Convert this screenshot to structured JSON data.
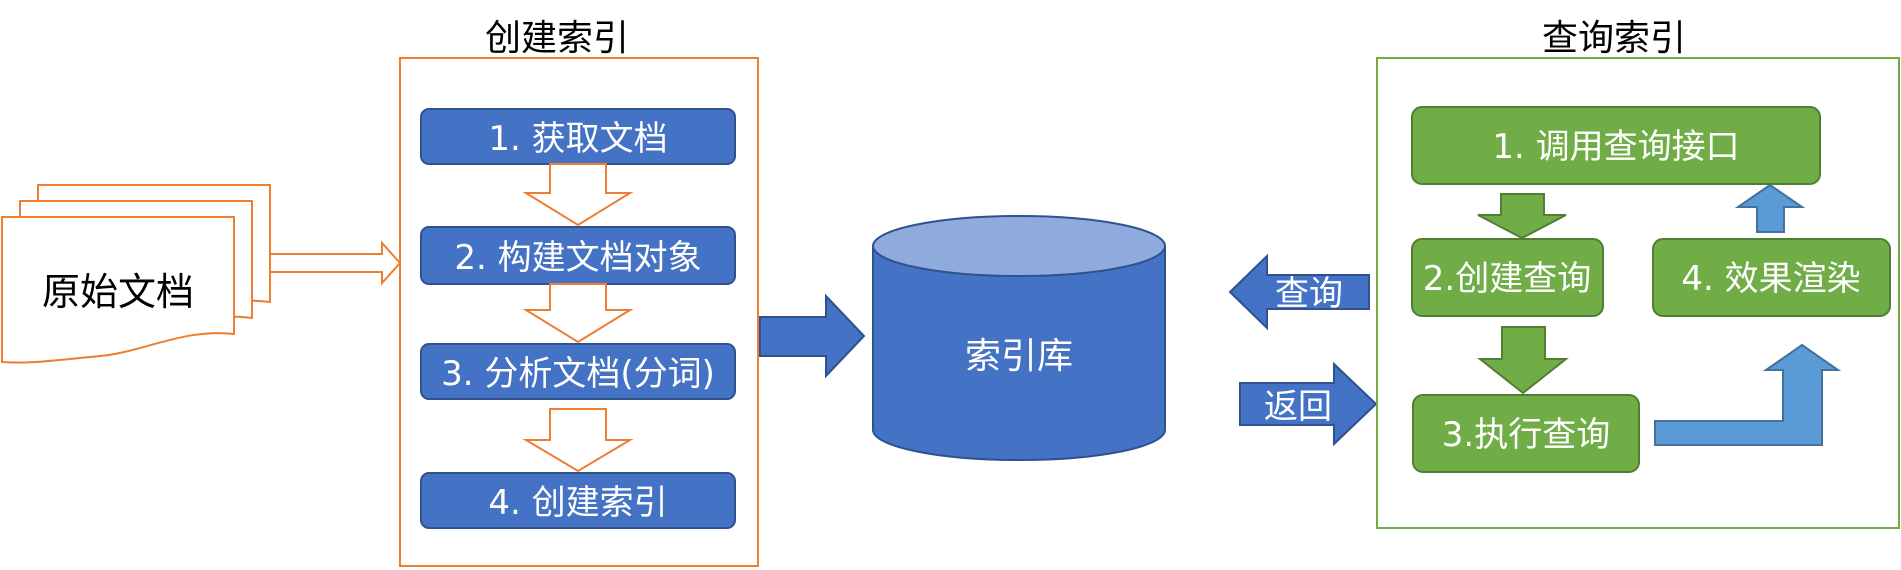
{
  "colors": {
    "index_orange": "#ED7D31",
    "query_green": "#70AD47",
    "step_blue": "#4472C4",
    "db_top": "#8FAADC",
    "light_blue_arrow": "#5B9BD5",
    "dark_border": "#2F528F",
    "green_border": "#507E32"
  },
  "source_doc": {
    "label": "原始文档"
  },
  "create_index": {
    "title": "创建索引",
    "steps": [
      "1. 获取文档",
      "2. 构建文档对象",
      "3. 分析文档(分词)",
      "4. 创建索引"
    ]
  },
  "index_db": {
    "label": "索引库"
  },
  "arrows": {
    "query_label": "查询",
    "return_label": "返回"
  },
  "query_index": {
    "title": "查询索引",
    "steps": {
      "call_api": "1. 调用查询接口",
      "create_query": "2.创建查询",
      "execute_query": "3.执行查询",
      "render": "4. 效果渲染"
    }
  }
}
